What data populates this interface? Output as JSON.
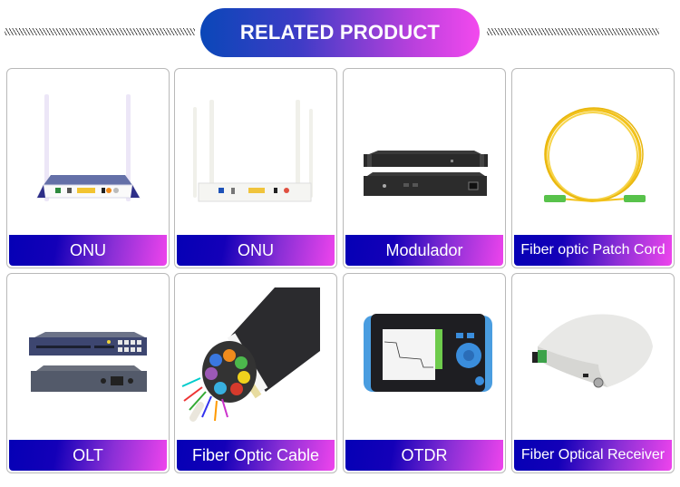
{
  "header": {
    "title": "RELATED PRODUCT",
    "gradient_start": "#0a47b8",
    "gradient_end": "#f349ee"
  },
  "products": [
    {
      "label": "ONU",
      "image": "onu-router-2-antenna-icon"
    },
    {
      "label": "ONU",
      "image": "onu-router-4-antenna-icon"
    },
    {
      "label": "Modulador",
      "image": "rack-modulator-icon"
    },
    {
      "label": "Fiber optic Patch Cord",
      "image": "yellow-patch-cord-icon"
    },
    {
      "label": "OLT",
      "image": "olt-rack-unit-icon"
    },
    {
      "label": "Fiber Optic Cable",
      "image": "fiber-cable-cross-section-icon"
    },
    {
      "label": "OTDR",
      "image": "otdr-handheld-icon"
    },
    {
      "label": "Fiber Optical Receiver",
      "image": "optical-receiver-icon"
    }
  ],
  "label_gradient": [
    "#0500b5",
    "#ee44ec"
  ]
}
